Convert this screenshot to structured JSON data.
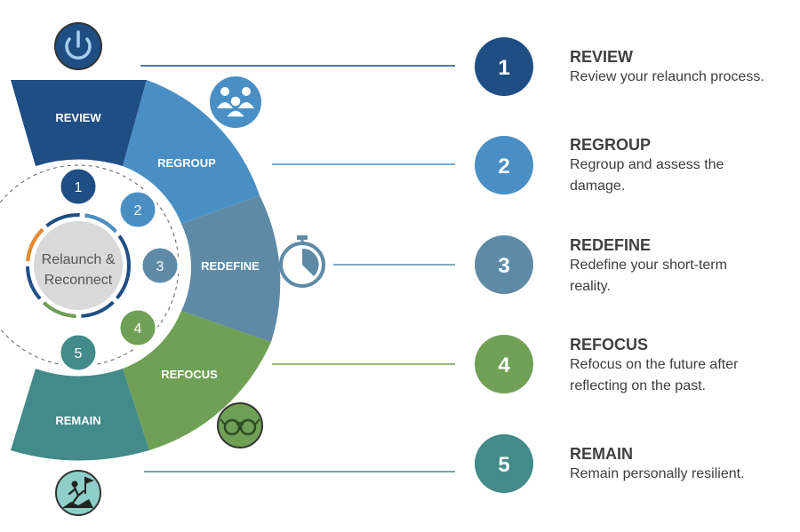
{
  "center": {
    "line1": "Relaunch &",
    "line2": "Reconnect"
  },
  "colors": {
    "review": "#1f4e85",
    "regroup": "#4a8fc4",
    "redefine": "#5f8aa6",
    "refocus": "#6fa055",
    "remain": "#438a8a"
  },
  "steps": [
    {
      "number": "1",
      "title": "REVIEW",
      "segment_label": "REVIEW",
      "description": "Review your relaunch process.",
      "icon": "power-icon"
    },
    {
      "number": "2",
      "title": "REGROUP",
      "segment_label": "REGROUP",
      "description": "Regroup and assess the damage.",
      "icon": "people-group-icon"
    },
    {
      "number": "3",
      "title": "REDEFINE",
      "segment_label": "REDEFINE",
      "description": "Redefine your short-term reality.",
      "icon": "stopwatch-icon"
    },
    {
      "number": "4",
      "title": "REFOCUS",
      "segment_label": "REFOCUS",
      "description": "Refocus on the future after reflecting on the past.",
      "icon": "glasses-icon"
    },
    {
      "number": "5",
      "title": "REMAIN",
      "segment_label": "REMAIN",
      "description": "Remain personally resilient.",
      "icon": "climber-flag-icon"
    }
  ]
}
